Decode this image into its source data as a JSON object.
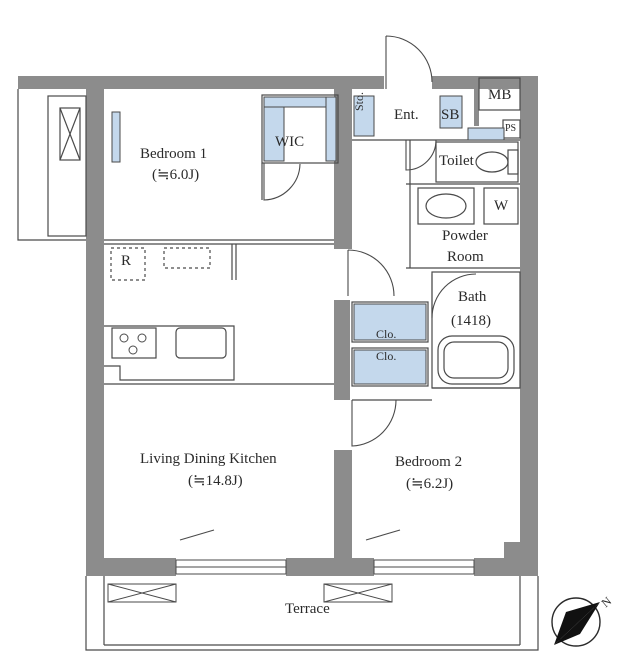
{
  "rooms": {
    "bedroom1": {
      "name": "Bedroom 1",
      "size": "(≒6.0J)"
    },
    "wic": {
      "name": "WIC"
    },
    "storage": {
      "name": "Sto."
    },
    "entrance": {
      "name": "Ent."
    },
    "shoe_box": {
      "name": "SB"
    },
    "meter_box": {
      "name": "MB"
    },
    "pipe_space": {
      "name": "PS"
    },
    "toilet": {
      "name": "Toilet"
    },
    "washer": {
      "name": "W"
    },
    "powder_room": {
      "name": "Powder",
      "name2": "Room"
    },
    "bath": {
      "name": "Bath",
      "size": "(1418)"
    },
    "refrigerator": {
      "name": "R"
    },
    "closet_upper": {
      "name": "Clo."
    },
    "closet_lower": {
      "name": "Clo."
    },
    "ldk": {
      "name": "Living Dining Kitchen",
      "size": "(≒14.8J)"
    },
    "bedroom2": {
      "name": "Bedroom 2",
      "size": "(≒6.2J)"
    },
    "terrace": {
      "name": "Terrace"
    }
  },
  "colors": {
    "wall": "#8c8c8c",
    "line": "#4a4a4a",
    "storage_fill": "#c4d8ec",
    "floor": "#ffffff"
  },
  "compass": {
    "direction_label": "N",
    "icon": "north-arrow-icon"
  }
}
